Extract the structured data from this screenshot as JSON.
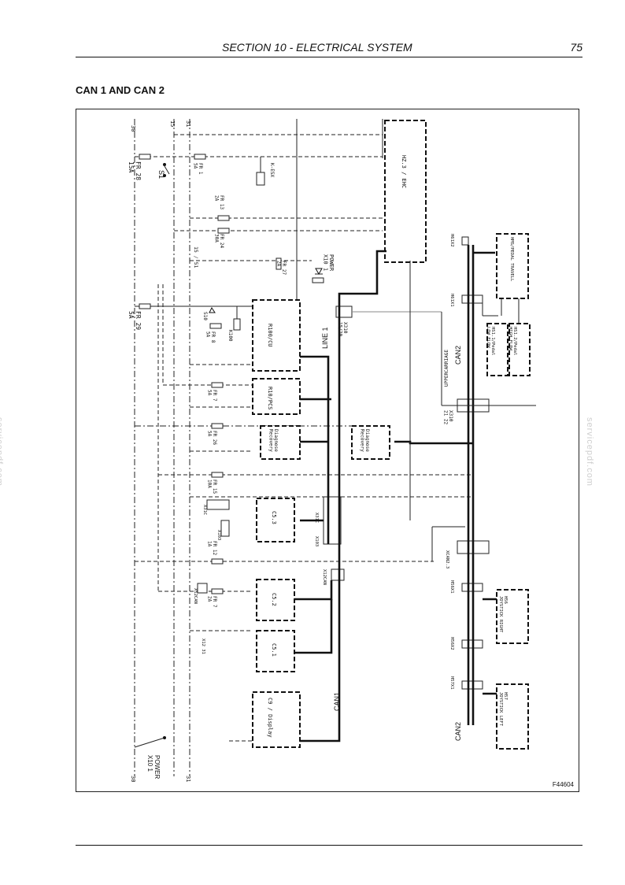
{
  "header": {
    "section_title": "SECTION 10 - ELECTRICAL SYSTEM",
    "page_number": "75"
  },
  "document": {
    "title": "CAN 1 AND CAN 2",
    "figure_code": "F44604"
  },
  "watermark": "servicepdf.com",
  "rails": {
    "r30": "30",
    "r15": "15",
    "r31": "31",
    "r15_51": "15 / 51"
  },
  "fuses": {
    "fr28": "FR 28\n15A",
    "fr1": "FR 1\n5A",
    "fr13": "FR 13\n2A",
    "fr24": "FR 24\n30A",
    "fr27": "FR 27\n2A",
    "fr29": "FR 29\n5A",
    "fr8": "FR 8\n5A",
    "fr7a": "FR 7\n5A",
    "fr26": "FR 26\n5A",
    "fr15": "FR 15\n10A",
    "fr12": "FR 12\n1A",
    "fr7b": "FR 7\n2A"
  },
  "switches": {
    "s1": "S1",
    "s10": "S10",
    "k100": "K100",
    "k_esx": "K-ESX"
  },
  "power_labels": {
    "top": "POWER\nX10 1",
    "bottom": "POWER\nX10 1"
  },
  "modules": {
    "hz3": "HZ.3 / EHC",
    "r100": "R100/CU",
    "r10": "R10/PCS",
    "diag_recovery_a": "Diagnose\nRecovery",
    "diag_recovery_b": "Diagnose\nRecovery",
    "c53": "C5.3",
    "c52": "C5.2",
    "c51": "C5.1",
    "c9": "C9 / Display",
    "hms_pedal": "HMS/PEDAL TRAVELL",
    "low_flow": "HS1.1/Pedal\nLOW FLOW",
    "high_flow": "HS1.2/Pedal\nHIGH FLOW",
    "joy_right": "H56\nJOYSTICK RIGHT",
    "joy_left": "H57\nJOYSTICK LEFT"
  },
  "connectors": {
    "x310": "X310\n15/20",
    "x310b": "X310\n21 22",
    "x31c": "X31C",
    "x103": "X103",
    "x103b": "X103",
    "x31cb": "X31C",
    "x12can": "X12CAN",
    "x12can2": "X12CAN",
    "x1231": "X12 31",
    "xcan23": "XCAN2.3",
    "h61x2": "H61X2",
    "h61x1": "H61X1",
    "h56x1": "H56X1",
    "h56x2": "H56X2",
    "h57x1": "H57X1"
  },
  "bus_labels": {
    "line1": "LINE 1",
    "can2_top": "CAN2",
    "uppercarriage": "UPPERCARRIAGE",
    "can1": "CAN1",
    "can2_bottom": "CAN2"
  }
}
